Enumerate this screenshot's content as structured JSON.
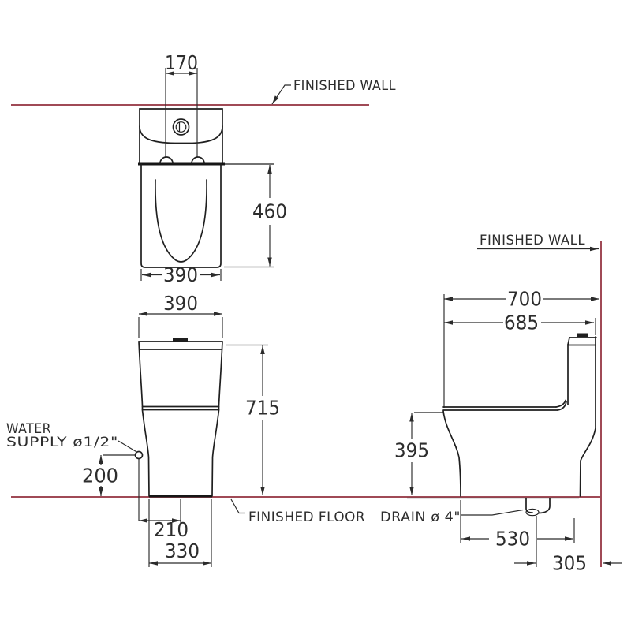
{
  "colors": {
    "ink": "#1f1f1f",
    "wall_floor_line": "#a04a56",
    "background": "#ffffff"
  },
  "labels": {
    "finished_wall_top": "FINISHED  WALL",
    "finished_wall_side": "FINISHED  WALL",
    "finished_floor": "FINISHED  FLOOR",
    "drain": "DRAIN ø 4\"",
    "water_supply_line1": "WATER",
    "water_supply_line2": "SUPPLY ø1/2\""
  },
  "dims": {
    "top_view": {
      "bolt_spacing": "170",
      "seat_depth": "460",
      "seat_width": "390"
    },
    "front_view": {
      "tank_width": "390",
      "total_height": "715",
      "supply_height": "200",
      "supply_to_center": "210",
      "base_width": "330"
    },
    "side_view": {
      "wall_to_front": "700",
      "back_to_front": "685",
      "rim_height": "395",
      "base_depth": "530",
      "drain_to_wall": "305"
    }
  }
}
